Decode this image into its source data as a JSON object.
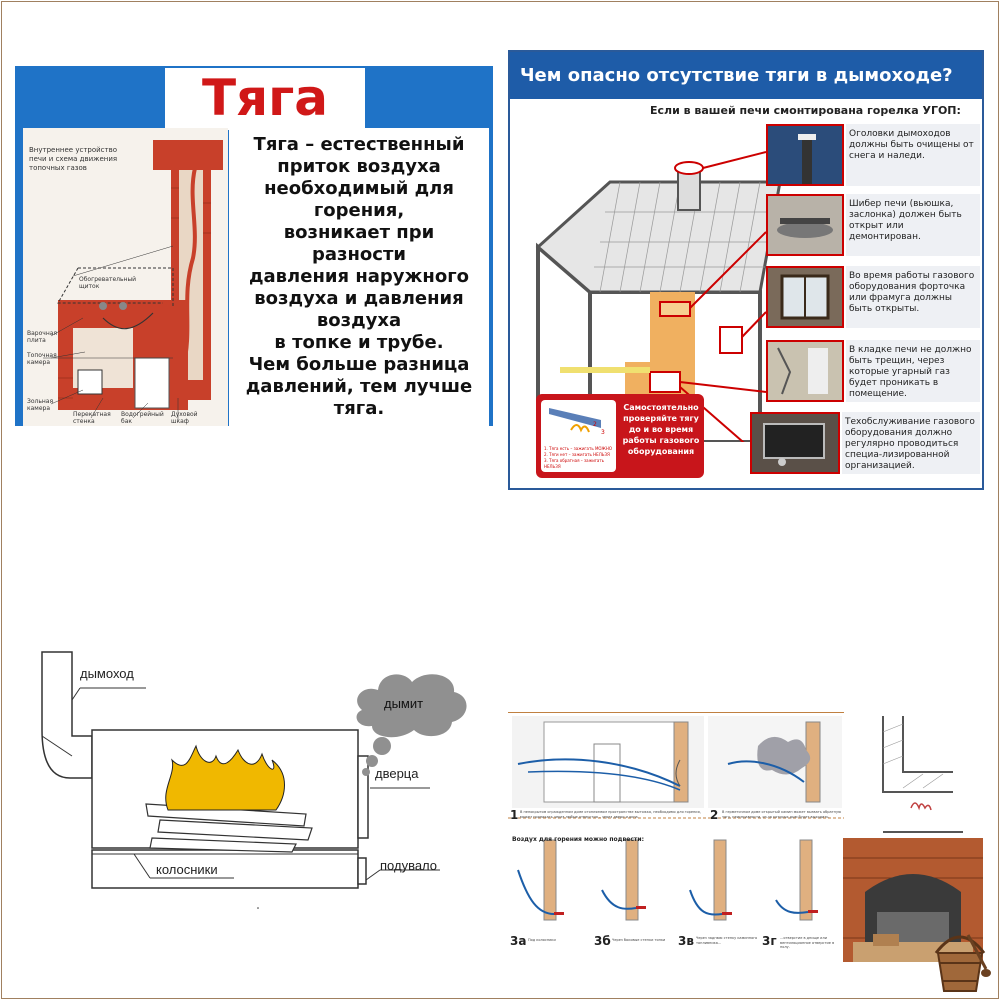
{
  "panel_tyaga": {
    "title": "Тяга",
    "diagram_heading": "Внутреннее устройство печи и схема движения топочных газов",
    "diagram_labels": [
      "Обогревательный щиток",
      "Варочная плита",
      "Топочная камера",
      "Зольная камера",
      "Перекатная стенка",
      "Водогрейный бак",
      "Духовой шкаф"
    ],
    "text": "Тяга – естественный\nприток воздуха\nнеобходимый для\nгорения,\nвозникает при\nразности\nдавления  наружного\nвоздуха и давления\nвоздуха\nв топке и трубе.\nЧем больше разница\nдавлений, тем лучше\nтяга."
  },
  "panel_danger": {
    "header": "Чем опасно отсутствие тяги в дымоходе?",
    "subtitle": "Если в вашей печи смонтирована горелка УГОП:",
    "items": [
      {
        "text": "Оголовки дымоходов должны быть очищены от снега и наледи."
      },
      {
        "text": "Шибер печи (вьюшка, заслонка) должен быть открыт или демонтирован."
      },
      {
        "text": "Во время работы газового оборудования форточка или фрамуга должны быть открыты."
      },
      {
        "text": "В кладке печи не должно быть трещин, через которые угарный газ будет проникать в помещение."
      },
      {
        "text": "Техобслуживание газового оборудования должно регулярно проводиться специа-лизированной организацией."
      }
    ],
    "check": {
      "text": "Самостоятельно проверяйте тягу до и во время работы газового оборудования",
      "steps": [
        "1. Тяга есть – зажигать МОЖНО",
        "2. Тяги нет – зажигать НЕЛЬЗЯ",
        "3. Тяга обратная – зажигать НЕЛЬЗЯ"
      ]
    }
  },
  "panel_stove": {
    "labels": {
      "chimney": "дымоход",
      "smoking": "дымит",
      "door": "дверца",
      "grates": "колосники",
      "ash_door": "подувало"
    }
  },
  "panel_air": {
    "captions": {
      "c1": "В непокрытом огражденном доме отопляемом пространстве вытяжка, необходимо для горения, может проникать через любые отверстия – через двери и окна.",
      "c2": "В герметичном доме открытый камин может вызвать обратную тягу, неисправности, из-за которых дым будет выходить.",
      "c3a": "Под колосники",
      "c3b": "Через боковые стенки топки",
      "c3v": "Через заднюю стенку каминного топливника...",
      "c3g": "...отверстие в днище или вентиляционное отверстие в полу."
    },
    "subheading": "Воздух для горения можно подвести:",
    "numbers": {
      "n1": "1",
      "n2": "2",
      "n3a": "3а",
      "n3b": "3б",
      "n3v": "3в",
      "n3g": "3г"
    }
  },
  "colors": {
    "blue": "#1f73c7",
    "red": "#d01818",
    "brick": "#c8402a",
    "flame": "#f0b800"
  }
}
